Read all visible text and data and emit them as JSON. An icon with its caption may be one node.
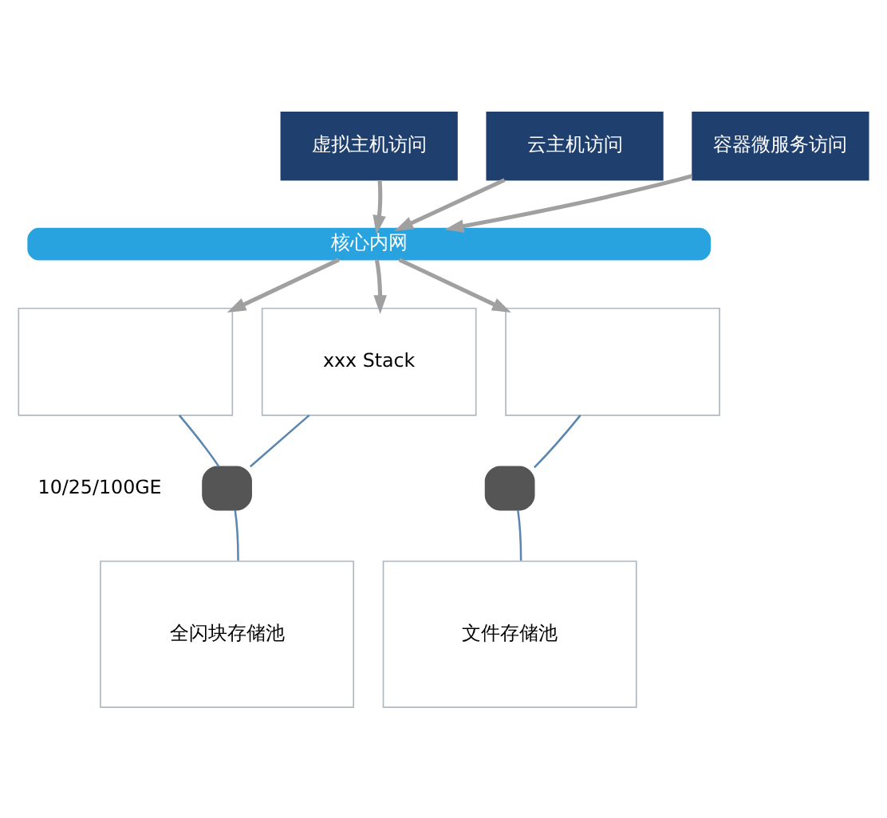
{
  "diagram": {
    "nodes": [
      {
        "text": [
          "虚拟主机访问"
        ]
      },
      {
        "text": [
          "云主机访问"
        ]
      },
      {
        "text": [
          "容器微服务访问"
        ]
      },
      {
        "text": [
          "核心内网"
        ]
      },
      {
        "text": [],
        "shape": "box"
      },
      {
        "text": [
          "xxx Stack"
        ]
      },
      {
        "text": [],
        "shape": "box"
      },
      {
        "text": [],
        "shape": "box"
      },
      {
        "text": [],
        "shape": "box"
      },
      {
        "text": [
          "全闪块存储池"
        ]
      },
      {
        "text": [
          "文件存储池"
        ]
      }
    ],
    "edges": [
      {
        "from": 0,
        "to": 3,
        "arrow": "to"
      },
      {
        "from": 1,
        "to": 3,
        "arrow": "to"
      },
      {
        "from": 2,
        "to": 3,
        "arrow": "to"
      },
      {
        "from": 3,
        "to": 4,
        "arrow": "to"
      },
      {
        "from": 3,
        "to": 5,
        "arrow": "to"
      },
      {
        "from": 3,
        "to": 6,
        "arrow": "to"
      },
      {
        "from": 4,
        "to": 7,
        "arrow": "none",
        "color": "#5b86b0"
      },
      {
        "from": 5,
        "to": 7,
        "arrow": "none",
        "color": "#5b86b0"
      },
      {
        "from": 6,
        "to": 8,
        "arrow": "none",
        "color": "#5b86b0"
      },
      {
        "from": 9,
        "to": 7,
        "arrow": "none",
        "color": "#5b86b0"
      },
      {
        "from": 10,
        "to": 8,
        "arrow": "none",
        "color": "#5b86b0"
      }
    ],
    "labels": [
      "10/25/100GE"
    ]
  }
}
